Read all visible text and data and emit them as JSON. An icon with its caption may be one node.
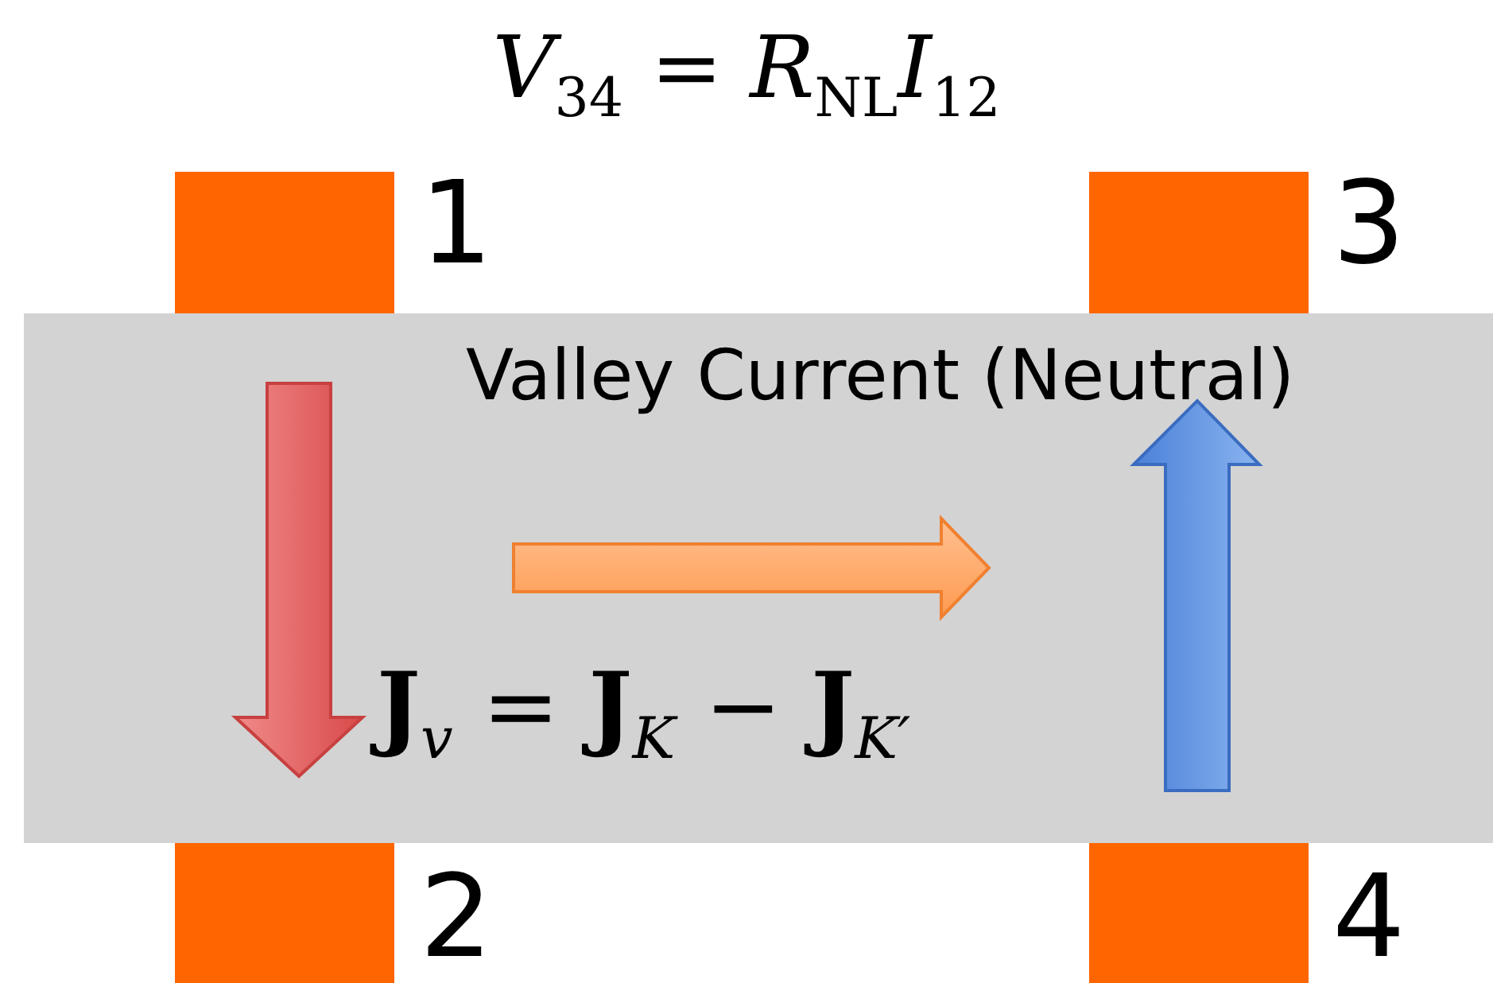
{
  "diagram": {
    "title": "*V*$_{34}$ = *R*$_{NL}$*I*$_{12}$",
    "nodes": [
      {
        "text": [],
        "shape": "box",
        "beside": [
          "1"
        ]
      },
      {
        "text": [],
        "shape": "box",
        "beside": [
          "3"
        ]
      },
      {
        "text": [
          "Valley Current (Neutral)",
          "**J**$_{v}$ = **J**$_{K}$ − **J**$_{K′}$"
        ]
      },
      {
        "text": [],
        "shape": "box",
        "beside": [
          "2"
        ]
      },
      {
        "text": [],
        "shape": "box",
        "beside": [
          "4"
        ]
      }
    ],
    "edges": []
  }
}
